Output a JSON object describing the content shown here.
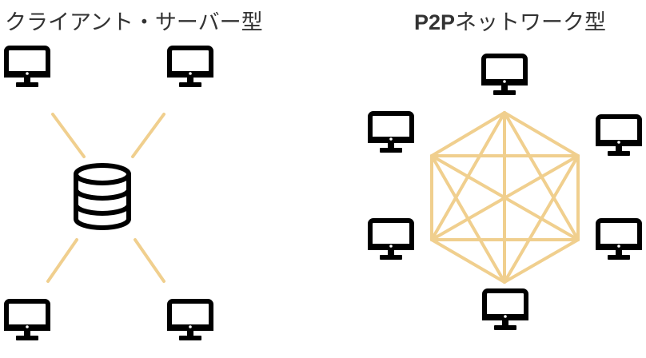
{
  "client_server": {
    "title": "クライアント・サーバー型",
    "nodes": [
      "monitor-icon",
      "monitor-icon",
      "monitor-icon",
      "monitor-icon"
    ],
    "center": "database-icon"
  },
  "p2p": {
    "title_bold": "P2P",
    "title_rest": "ネットワーク型",
    "nodes": [
      "monitor-icon",
      "monitor-icon",
      "monitor-icon",
      "monitor-icon",
      "monitor-icon",
      "monitor-icon"
    ]
  },
  "colors": {
    "link": "#F0CF8E",
    "icon": "#000000",
    "text": "#333333"
  }
}
